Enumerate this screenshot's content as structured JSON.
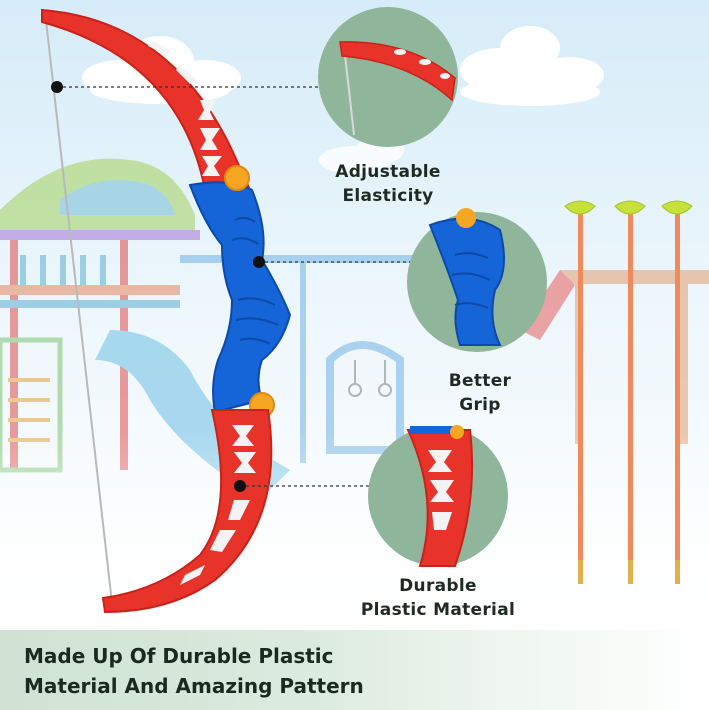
{
  "features": [
    {
      "line1": "Adjustable",
      "line2": "Elasticity"
    },
    {
      "line1": "Better",
      "line2": "Grip"
    },
    {
      "line1": "Durable",
      "line2": "Plastic Material"
    }
  ],
  "banner": {
    "line1": "Made Up Of  Durable Plastic",
    "line2": "Material And Amazing Pattern"
  },
  "colors": {
    "bow_red": "#e8332b",
    "grip_blue": "#1565d8",
    "accent_orange": "#f6a623",
    "suction_cup": "#c7e03a",
    "arrow_shaft": "#f08a5d",
    "zoom_circle": "#8fb59a"
  }
}
